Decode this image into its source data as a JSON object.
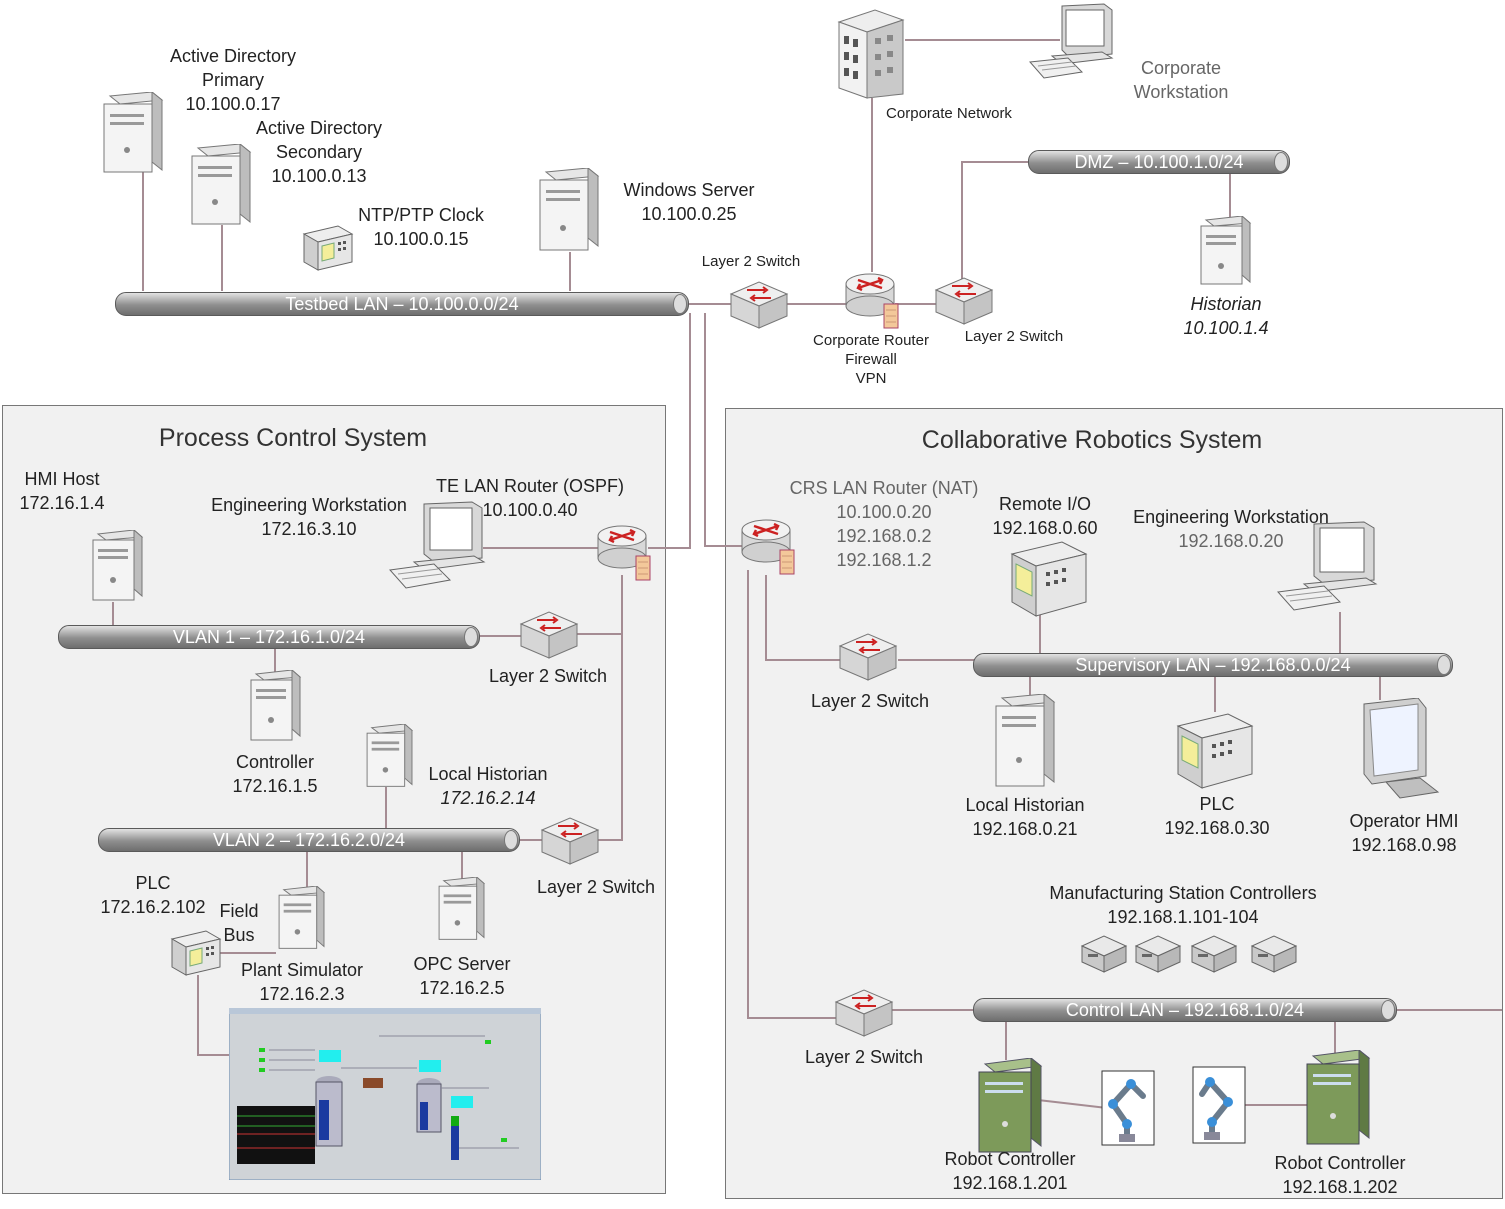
{
  "panels": {
    "pcs_title": "Process Control System",
    "crs_title": "Collaborative Robotics System"
  },
  "buses": {
    "testbed": "Testbed LAN – 10.100.0.0/24",
    "dmz": "DMZ – 10.100.1.0/24",
    "vlan1": "VLAN 1 – 172.16.1.0/24",
    "vlan2": "VLAN 2 – 172.16.2.0/24",
    "supervisory": "Supervisory LAN – 192.168.0.0/24",
    "control": "Control LAN – 192.168.1.0/24"
  },
  "nodes": {
    "ad_primary": {
      "name_1": "Active Directory",
      "name_2": "Primary",
      "ip": "10.100.0.17"
    },
    "ad_secondary": {
      "name_1": "Active Directory",
      "name_2": "Secondary",
      "ip": "10.100.0.13"
    },
    "ntp": {
      "name": "NTP/PTP Clock",
      "ip": "10.100.0.15"
    },
    "windows_server": {
      "name": "Windows Server",
      "ip": "10.100.0.25"
    },
    "corp_network": {
      "name": "Corporate Network"
    },
    "corp_workstation": {
      "name_1": "Corporate",
      "name_2": "Workstation"
    },
    "switch_top_left": {
      "name": "Layer 2 Switch"
    },
    "switch_top_right": {
      "name": "Layer 2 Switch"
    },
    "corp_router": {
      "name_1": "Corporate Router",
      "name_2": "Firewall",
      "name_3": "VPN"
    },
    "historian_dmz": {
      "name": "Historian",
      "ip": "10.100.1.4"
    },
    "hmi_host": {
      "name": "HMI Host",
      "ip": "172.16.1.4"
    },
    "pcs_eng_ws": {
      "name": "Engineering Workstation",
      "ip": "172.16.3.10"
    },
    "te_router": {
      "name": "TE LAN Router (OSPF)",
      "ip": "10.100.0.40"
    },
    "pcs_switch_1": {
      "name": "Layer 2 Switch"
    },
    "pcs_controller": {
      "name": "Controller",
      "ip": "172.16.1.5"
    },
    "pcs_local_historian": {
      "name": "Local Historian",
      "ip": "172.16.2.14"
    },
    "pcs_switch_2": {
      "name": "Layer 2 Switch"
    },
    "pcs_plc": {
      "name": "PLC",
      "ip": "172.16.2.102"
    },
    "field_bus": {
      "name_1": "Field",
      "name_2": "Bus"
    },
    "plant_simulator": {
      "name": "Plant Simulator",
      "ip": "172.16.2.3"
    },
    "opc_server": {
      "name": "OPC Server",
      "ip": "172.16.2.5"
    },
    "crs_router": {
      "name": "CRS LAN Router (NAT)",
      "ip_1": "10.100.0.20",
      "ip_2": "192.168.0.2",
      "ip_3": "192.168.1.2"
    },
    "remote_io": {
      "name": "Remote I/O",
      "ip": "192.168.0.60"
    },
    "crs_eng_ws": {
      "name": "Engineering Workstation",
      "ip": "192.168.0.20"
    },
    "crs_switch_1": {
      "name": "Layer 2 Switch"
    },
    "crs_local_historian": {
      "name": "Local Historian",
      "ip": "192.168.0.21"
    },
    "crs_plc": {
      "name": "PLC",
      "ip": "192.168.0.30"
    },
    "operator_hmi": {
      "name": "Operator HMI",
      "ip": "192.168.0.98"
    },
    "msc": {
      "name": "Manufacturing Station Controllers",
      "ip": "192.168.1.101-104"
    },
    "crs_switch_2": {
      "name": "Layer 2 Switch"
    },
    "robot_ctrl_1": {
      "name": "Robot Controller",
      "ip": "192.168.1.201"
    },
    "robot_ctrl_2": {
      "name": "Robot Controller",
      "ip": "192.168.1.202"
    }
  },
  "colors": {
    "line": "#a58c93",
    "panel_bg": "#f1f1f1",
    "router_arrow": "#cc2222",
    "robot_controller": "#7d9a5a"
  }
}
